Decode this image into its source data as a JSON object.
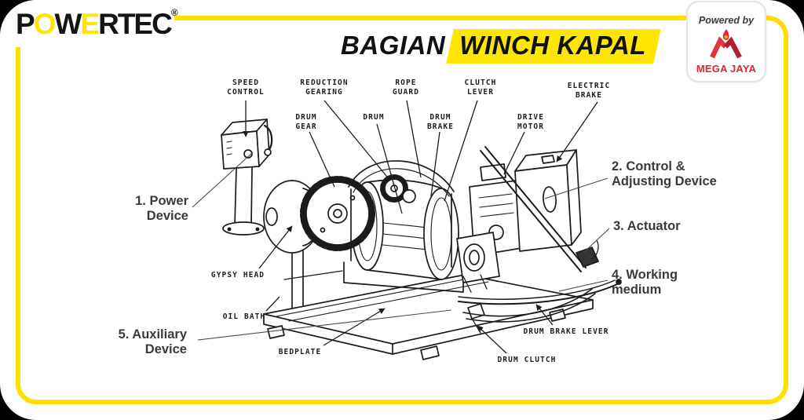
{
  "colors": {
    "accent_yellow": "#FFE602",
    "frame_yellow": "#FFDE00",
    "brand_red": "#E02430",
    "ink": "#1B1B1B",
    "annotation_gray": "#3A3A3A"
  },
  "brand": {
    "segments": [
      {
        "text": "P"
      },
      {
        "text": "O"
      },
      {
        "text": "W"
      },
      {
        "text": "E"
      },
      {
        "text": "RTEC"
      }
    ],
    "registered": "®"
  },
  "header": {
    "title_plain": "BAGIAN",
    "title_highlight": "WINCH KAPAL"
  },
  "powered_by": {
    "label": "Powered by",
    "brand_name": "MEGA JAYA",
    "logo": "mega-jaya-m-flame"
  },
  "diagram": {
    "part_labels": [
      {
        "lines": [
          "SPEED",
          "CONTROL"
        ]
      },
      {
        "lines": [
          "REDUCTION",
          "GEARING"
        ]
      },
      {
        "lines": [
          "ROPE",
          "GUARD"
        ]
      },
      {
        "lines": [
          "CLUTCH",
          "LEVER"
        ]
      },
      {
        "lines": [
          "ELECTRIC",
          "BRAKE"
        ]
      },
      {
        "lines": [
          "DRUM",
          "GEAR"
        ]
      },
      {
        "lines": [
          "DRUM"
        ]
      },
      {
        "lines": [
          "DRUM",
          "BRAKE"
        ]
      },
      {
        "lines": [
          "DRIVE",
          "MOTOR"
        ]
      },
      {
        "lines": [
          "GYPSY HEAD"
        ]
      },
      {
        "lines": [
          "OIL BATH"
        ]
      },
      {
        "lines": [
          "BEDPLATE"
        ]
      },
      {
        "lines": [
          "DRUM CLUTCH"
        ]
      },
      {
        "lines": [
          "DRUM BRAKE LEVER"
        ]
      }
    ],
    "annotations": [
      {
        "lines": [
          "1. Power",
          "Device"
        ]
      },
      {
        "lines": [
          "2. Control &",
          "Adjusting Device"
        ]
      },
      {
        "lines": [
          "3. Actuator"
        ]
      },
      {
        "lines": [
          "4. Working",
          "medium"
        ]
      },
      {
        "lines": [
          "5. Auxiliary",
          "Device"
        ]
      }
    ]
  }
}
